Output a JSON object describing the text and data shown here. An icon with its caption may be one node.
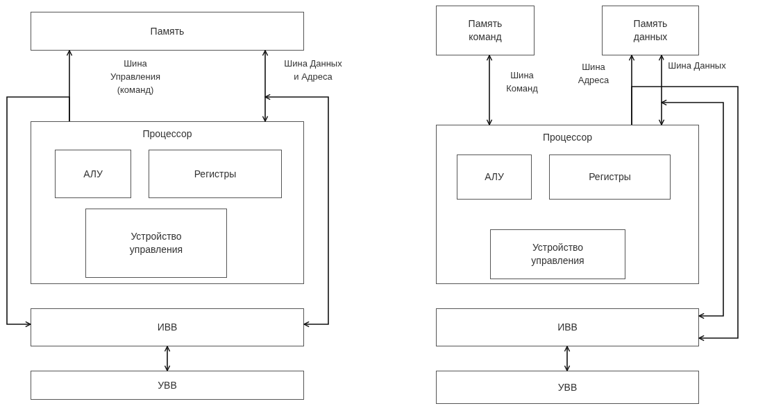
{
  "diagram": {
    "nodes": [
      {
        "text": [
          "Память"
        ]
      },
      {
        "text": [
          "Процессор"
        ]
      },
      {
        "text": [
          "АЛУ"
        ],
        "in": 1
      },
      {
        "text": [
          "Регистры"
        ],
        "in": 1
      },
      {
        "text": [
          "Устройство управления"
        ],
        "in": 1
      },
      {
        "text": [
          "ИВВ"
        ]
      },
      {
        "text": [
          "УВВ"
        ]
      },
      {
        "text": [
          "Память команд"
        ]
      },
      {
        "text": [
          "Память данных"
        ]
      },
      {
        "text": [
          "Процессор"
        ]
      },
      {
        "text": [
          "АЛУ"
        ],
        "in": 9
      },
      {
        "text": [
          "Регистры"
        ],
        "in": 9
      },
      {
        "text": [
          "Устройство управления"
        ],
        "in": 9
      },
      {
        "text": [
          "ИВВ"
        ]
      },
      {
        "text": [
          "УВВ"
        ]
      }
    ],
    "edges": [
      {
        "from": 1,
        "to": 0,
        "arrow": "to",
        "label": "Шина Управления (команд)"
      },
      {
        "from": 1,
        "to": 5,
        "arrow": "to"
      },
      {
        "from": 0,
        "to": 1,
        "arrow": "both",
        "label": "Шина Данных и Адреса"
      },
      {
        "from": null,
        "to": 5,
        "arrow": "both"
      },
      {
        "from": 5,
        "to": 6,
        "arrow": "both"
      },
      {
        "from": 7,
        "to": 9,
        "arrow": "both",
        "label": "Шина Команд"
      },
      {
        "from": 9,
        "to": 8,
        "arrow": "to",
        "label": "Шина Адреса"
      },
      {
        "from": 9,
        "to": 13,
        "arrow": "to"
      },
      {
        "from": 8,
        "to": 9,
        "arrow": "both",
        "label": "Шина Данных"
      },
      {
        "from": null,
        "to": 13,
        "arrow": "both"
      },
      {
        "from": 13,
        "to": 14,
        "arrow": "both"
      }
    ]
  }
}
